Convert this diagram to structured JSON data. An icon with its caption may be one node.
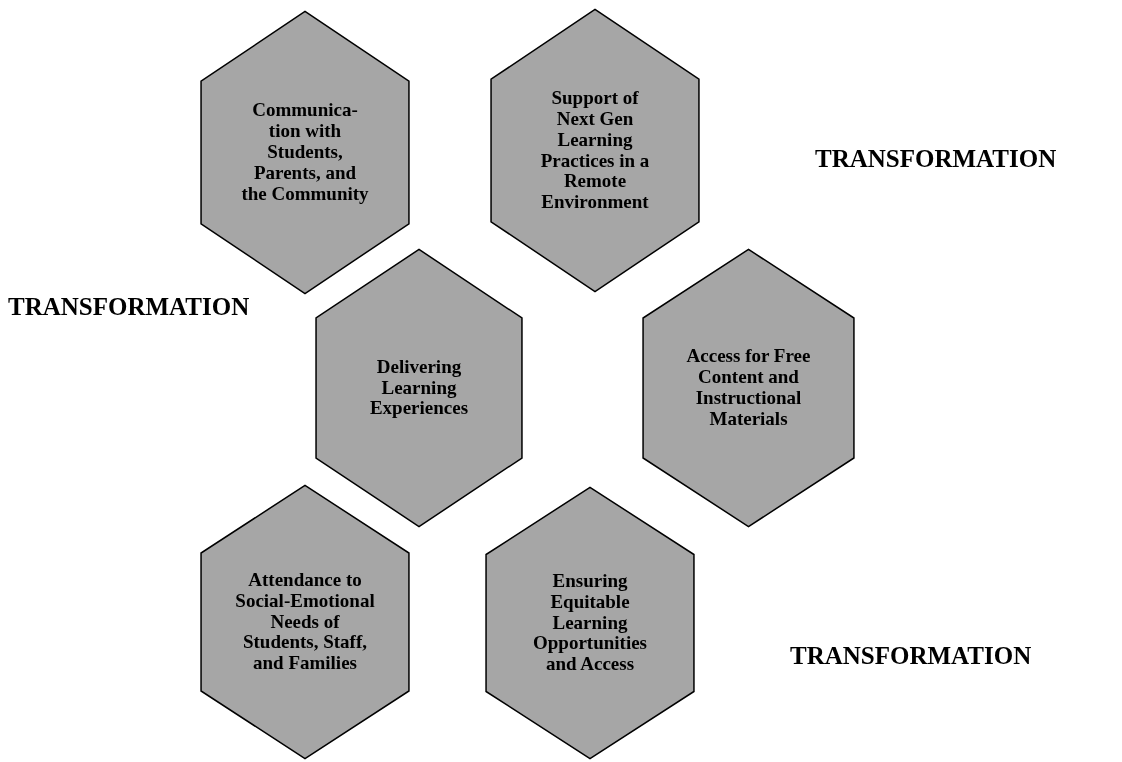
{
  "diagram": {
    "nodes": [
      {
        "text": [
          "Communica-tion with Students, Parents, and the Community"
        ]
      },
      {
        "text": [
          "Support of Next Gen Learning Practices in a Remote Environment"
        ]
      },
      {
        "text": [
          "Delivering Learning Experiences"
        ]
      },
      {
        "text": [
          "Access for Free Content and Instructional Materials"
        ]
      },
      {
        "text": [
          "Attendance to Social-Emotional Needs of Students, Staff, and Families"
        ]
      },
      {
        "text": [
          "Ensuring Equitable Learning Opportunities and Access"
        ]
      }
    ],
    "labels": [
      "TRANSFORMATION",
      "TRANSFORMATION",
      "TRANSFORMATION"
    ]
  }
}
